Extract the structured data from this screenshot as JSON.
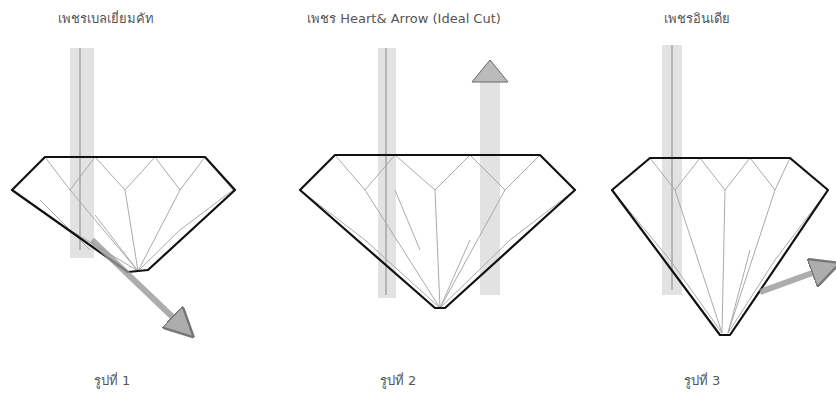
{
  "diagram": {
    "labels": [
      "เพชรเบลเยี่ยมคัท",
      "เพชร Heart& Arrow (Ideal Cut)",
      "เพชรอินเดีย",
      "รูปที่ 1",
      "รูปที่ 2",
      "รูปที่ 3"
    ]
  }
}
